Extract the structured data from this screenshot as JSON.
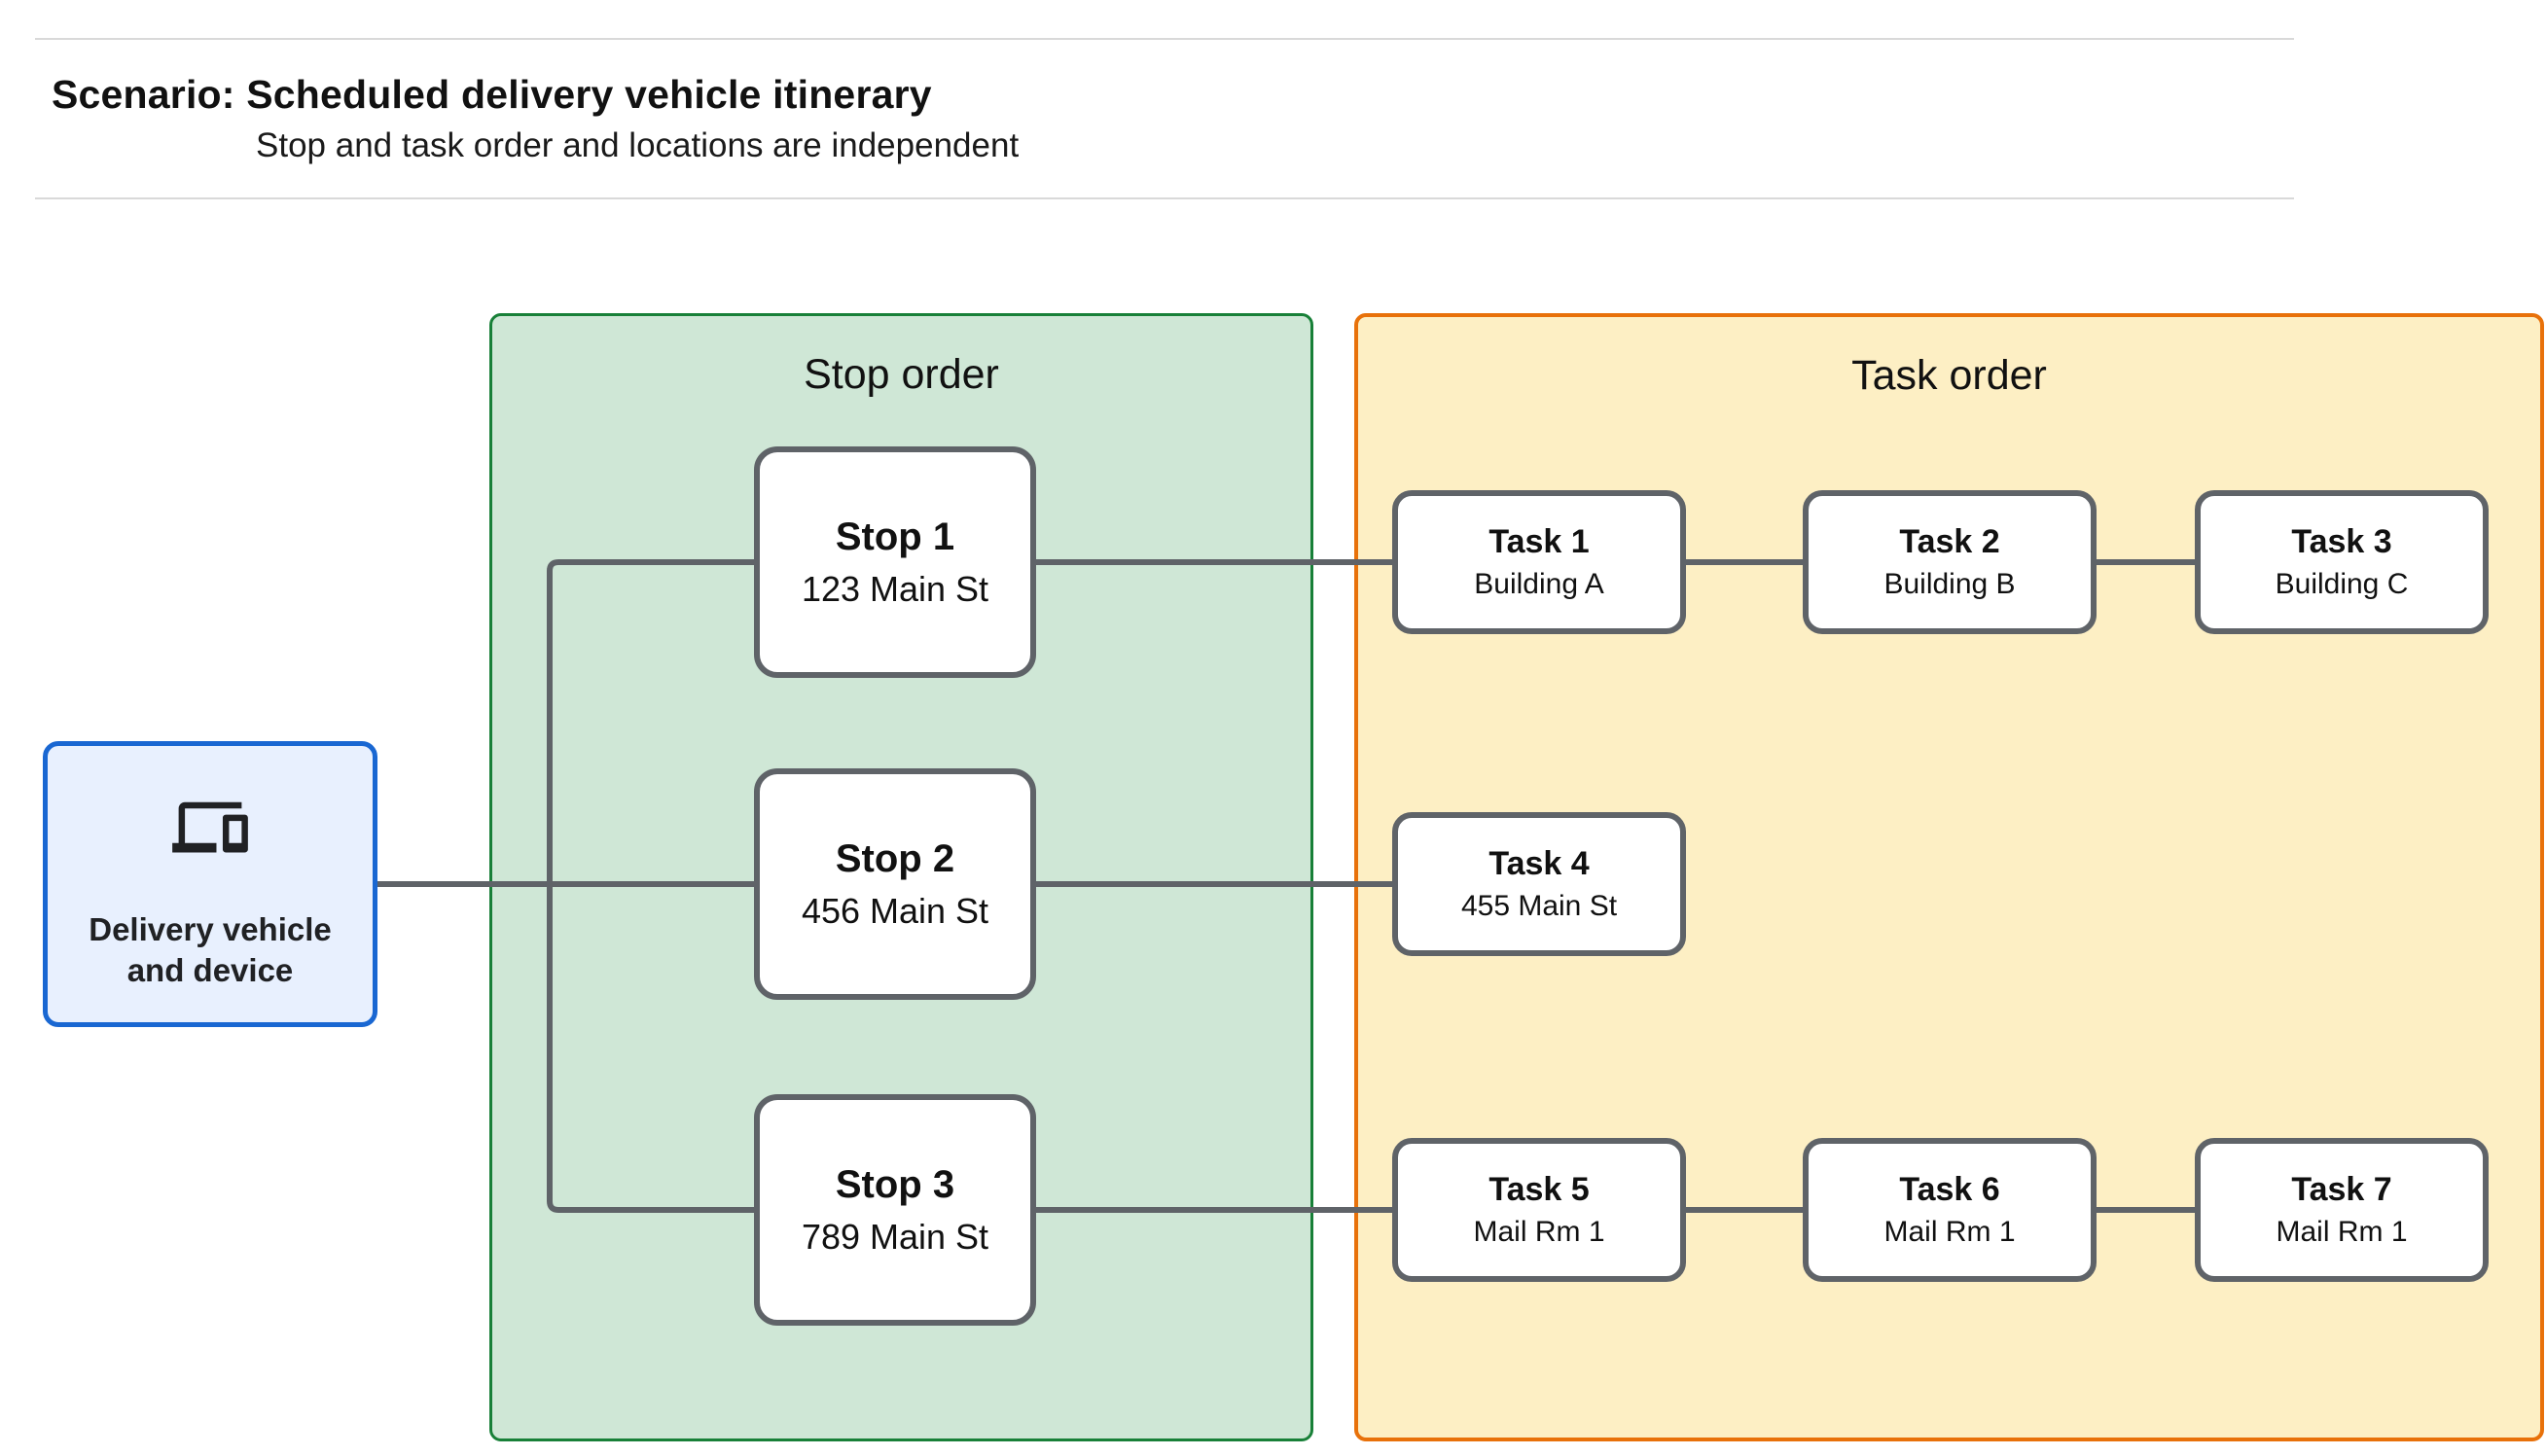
{
  "header": {
    "title": "Scenario: Scheduled delivery vehicle itinerary",
    "subtitle": "Stop and task order and locations are independent"
  },
  "vehicle_node": {
    "label": "Delivery vehicle and device",
    "icon": "devices-icon"
  },
  "stop_panel": {
    "title": "Stop order"
  },
  "task_panel": {
    "title": "Task order"
  },
  "stops": [
    {
      "title": "Stop 1",
      "subtitle": "123 Main St"
    },
    {
      "title": "Stop 2",
      "subtitle": "456 Main St"
    },
    {
      "title": "Stop 3",
      "subtitle": "789 Main St"
    }
  ],
  "tasks": [
    {
      "title": "Task 1",
      "subtitle": "Building A"
    },
    {
      "title": "Task 2",
      "subtitle": "Building B"
    },
    {
      "title": "Task 3",
      "subtitle": "Building C"
    },
    {
      "title": "Task 4",
      "subtitle": "455 Main St"
    },
    {
      "title": "Task 5",
      "subtitle": "Mail Rm 1"
    },
    {
      "title": "Task 6",
      "subtitle": "Mail Rm 1"
    },
    {
      "title": "Task 7",
      "subtitle": "Mail Rm 1"
    }
  ],
  "colors": {
    "stop_panel_fill": "#CFE7D6",
    "stop_panel_border": "#188038",
    "task_panel_fill": "#FDEFC4",
    "task_panel_border": "#E8710A",
    "vehicle_fill": "#E8F0FE",
    "vehicle_border": "#1967D2",
    "connector_gray": "#5F6368",
    "divider_gray": "#d9d9d9"
  }
}
